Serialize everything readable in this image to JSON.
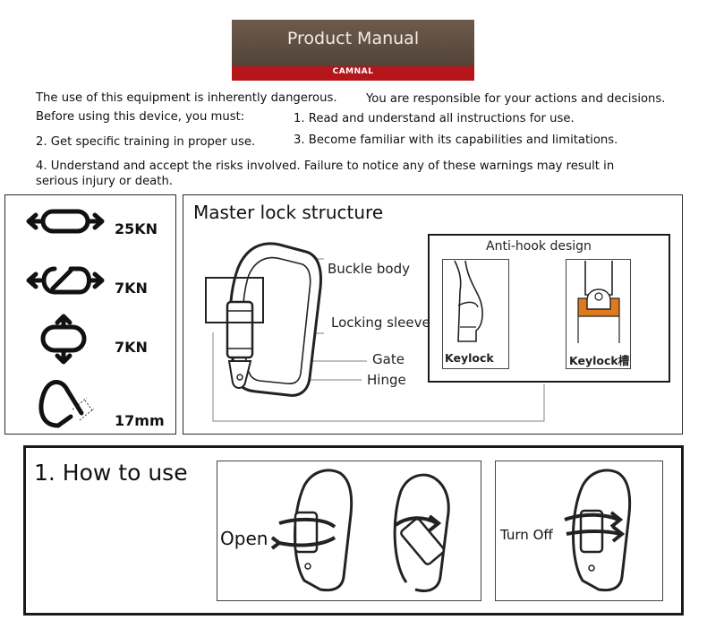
{
  "banner": {
    "title": "Product Manual",
    "brand": "CAMNAL"
  },
  "warning": {
    "line1_left": "The use of this equipment is inherently dangerous.",
    "line1_right": "You are responsible for your actions and decisions.",
    "line2_left": "Before using this device, you must:",
    "item1": "1. Read and understand all instructions for use.",
    "item2": "2. Get specific training in proper use.",
    "item3": "3. Become familiar with its capabilities and limitations.",
    "item4_line1": "4. Understand and accept the risks involved. Failure to notice any of these warnings may result in",
    "item4_line2": "serious injury or death."
  },
  "ratings": [
    {
      "icon": "major-axis-load-icon",
      "value": "25KN"
    },
    {
      "icon": "gate-open-load-icon",
      "value": "7KN"
    },
    {
      "icon": "minor-axis-load-icon",
      "value": "7KN"
    },
    {
      "icon": "gate-opening-icon",
      "value": "17mm"
    }
  ],
  "structure": {
    "title": "Master lock structure",
    "labels": {
      "buckle_body": "Buckle body",
      "locking_sleeve": "Locking sleeve",
      "gate": "Gate",
      "hinge": "Hinge"
    },
    "anti_hook": {
      "title": "Anti-hook design",
      "left_caption": "Keylock",
      "right_caption": "Keylock槽"
    }
  },
  "how_to_use": {
    "title": "1. How to use",
    "open_label": "Open",
    "turn_off_label": "Turn Off"
  },
  "colors": {
    "banner_red": "#b4161b",
    "banner_brown": "#5a4a3e",
    "keylock_orange": "#e07a1e"
  }
}
